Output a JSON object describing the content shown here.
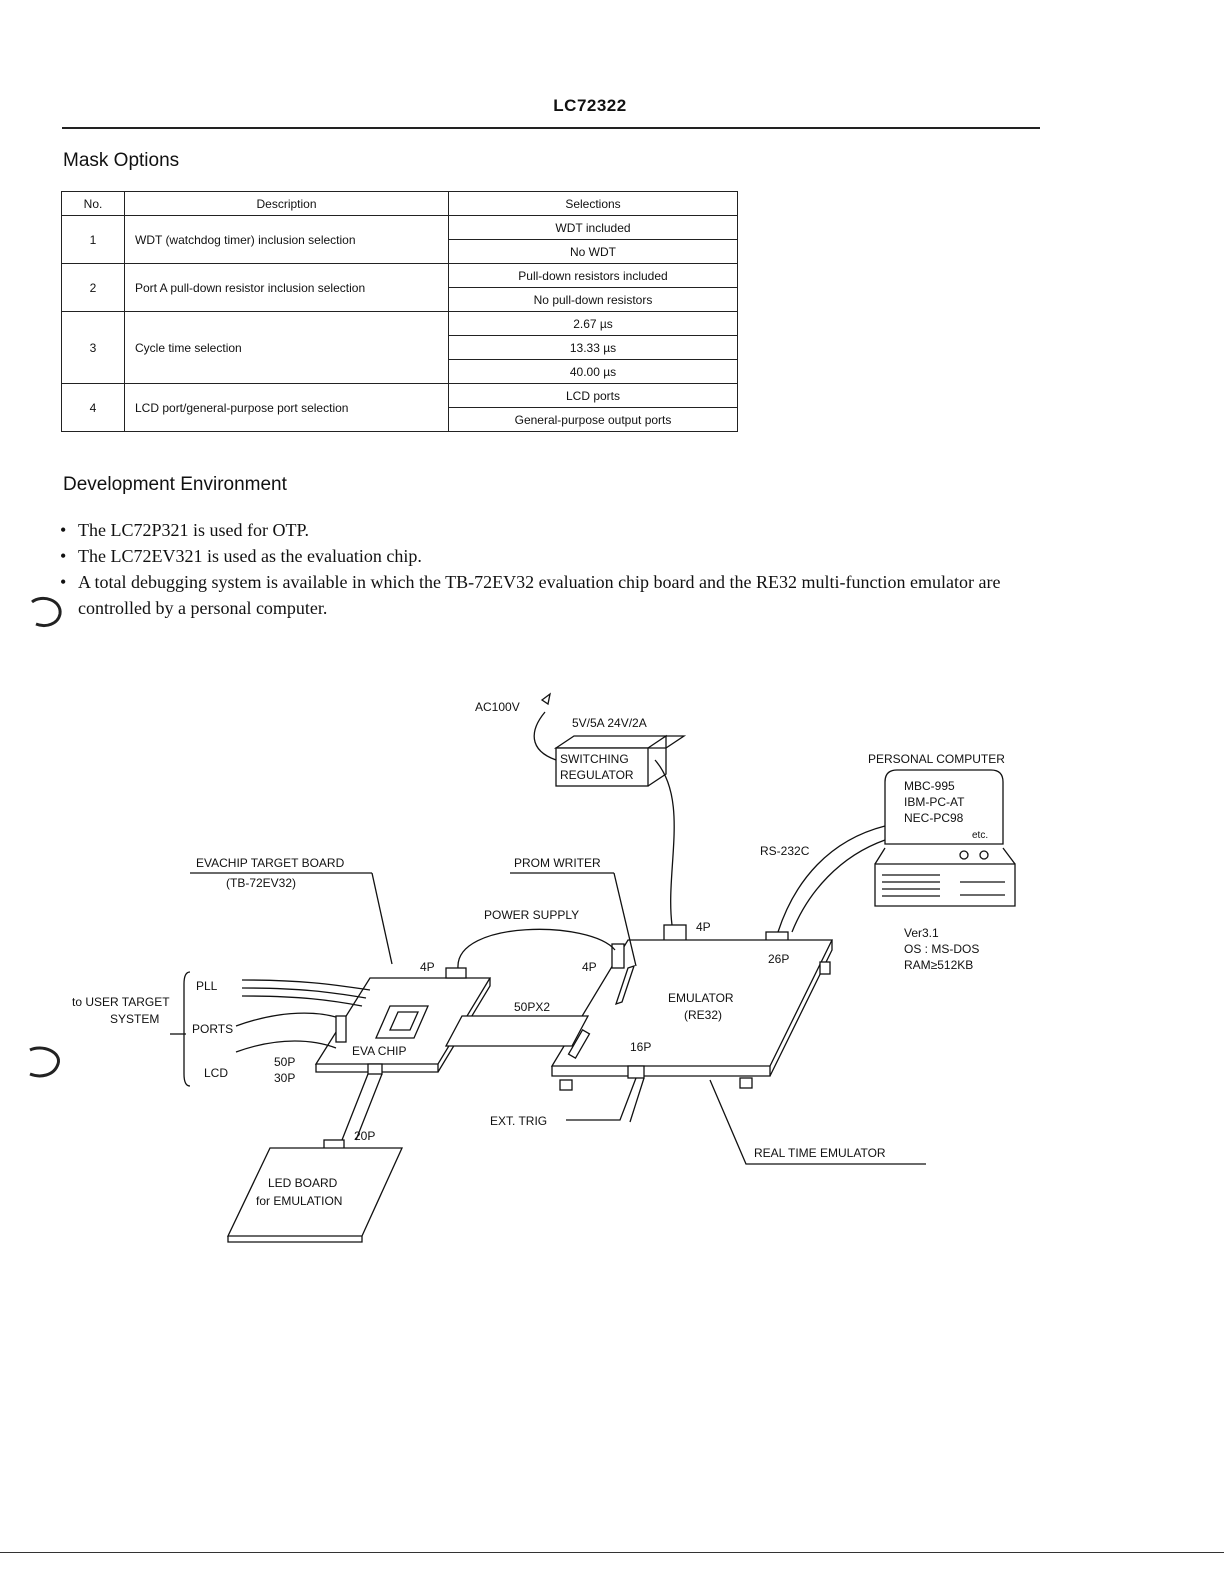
{
  "header": {
    "title": "LC72322"
  },
  "mask_options": {
    "title": "Mask Options",
    "columns": [
      "No.",
      "Description",
      "Selections"
    ],
    "rows": [
      {
        "no": "1",
        "description": "WDT (watchdog timer) inclusion selection",
        "selections": [
          "WDT included",
          "No WDT"
        ]
      },
      {
        "no": "2",
        "description": "Port A pull-down resistor inclusion selection",
        "selections": [
          "Pull-down resistors included",
          "No pull-down resistors"
        ]
      },
      {
        "no": "3",
        "description": "Cycle time selection",
        "selections": [
          "2.67 µs",
          "13.33 µs",
          "40.00 µs"
        ]
      },
      {
        "no": "4",
        "description": "LCD port/general-purpose port selection",
        "selections": [
          "LCD ports",
          "General-purpose output ports"
        ]
      }
    ]
  },
  "dev_env": {
    "title": "Development Environment",
    "bullets": [
      "The LC72P321 is used for OTP.",
      "The LC72EV321 is used as the evaluation chip.",
      "A total debugging system is available in which the TB-72EV32 evaluation chip board and the RE32 multi-function emulator are controlled by a personal computer."
    ]
  },
  "diagram": {
    "ac": "AC100V",
    "power_rating": "5V/5A  24V/2A",
    "switching_regulator": [
      "SWITCHING",
      "REGULATOR"
    ],
    "personal_computer": "PERSONAL COMPUTER",
    "pc_models": [
      "MBC-995",
      "IBM-PC-AT",
      "NEC-PC98",
      "etc."
    ],
    "rs232c": "RS-232C",
    "os_info": [
      "Ver3.1",
      "OS : MS-DOS",
      "RAM≥512KB"
    ],
    "evachip_target_board": "EVACHIP TARGET BOARD",
    "tb_model": "(TB-72EV32)",
    "prom_writer": "PROM WRITER",
    "power_supply": "POWER SUPPLY",
    "conn_4p": "4P",
    "conn_26p": "26P",
    "conn_16p": "16P",
    "conn_50px2": "50PX2",
    "conn_50p": "50P",
    "conn_30p": "30P",
    "conn_20p": "20P",
    "emulator": [
      "EMULATOR",
      "(RE32)"
    ],
    "eva_chip": "EVA CHIP",
    "user_target": [
      "to USER TARGET",
      "SYSTEM"
    ],
    "pll": "PLL",
    "ports": "PORTS",
    "lcd": "LCD",
    "ext_trig": "EXT. TRIG",
    "real_time_emulator": "REAL TIME EMULATOR",
    "led_board": [
      "LED BOARD",
      "for EMULATION"
    ]
  }
}
